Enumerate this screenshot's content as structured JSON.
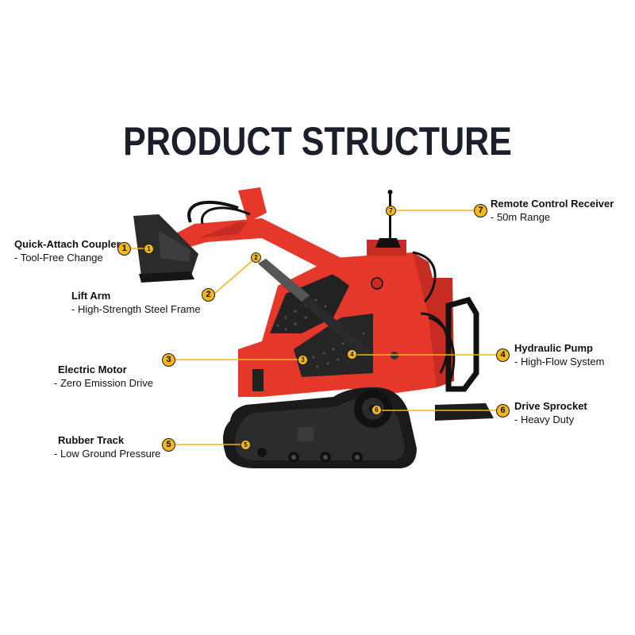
{
  "title": "PRODUCT STRUCTURE",
  "colors": {
    "accent": "#f2b61e",
    "body_red": "#e5382b",
    "dark": "#1b1f2a"
  },
  "callouts": [
    {
      "num": "1",
      "name": "Quick-Attach Coupler",
      "desc": "- Tool-Free Change"
    },
    {
      "num": "2",
      "name": "Lift Arm",
      "desc": "- High-Strength Steel Frame"
    },
    {
      "num": "3",
      "name": "Electric Motor",
      "desc": "- Zero Emission Drive"
    },
    {
      "num": "4",
      "name": "Hydraulic Pump",
      "desc": "- High-Flow System"
    },
    {
      "num": "5",
      "name": "Rubber Track",
      "desc": "- Low Ground Pressure"
    },
    {
      "num": "6",
      "name": "Drive Sprocket",
      "desc": "- Heavy Duty"
    },
    {
      "num": "7",
      "name": "Remote Control Receiver",
      "desc": "- 50m Range"
    }
  ]
}
